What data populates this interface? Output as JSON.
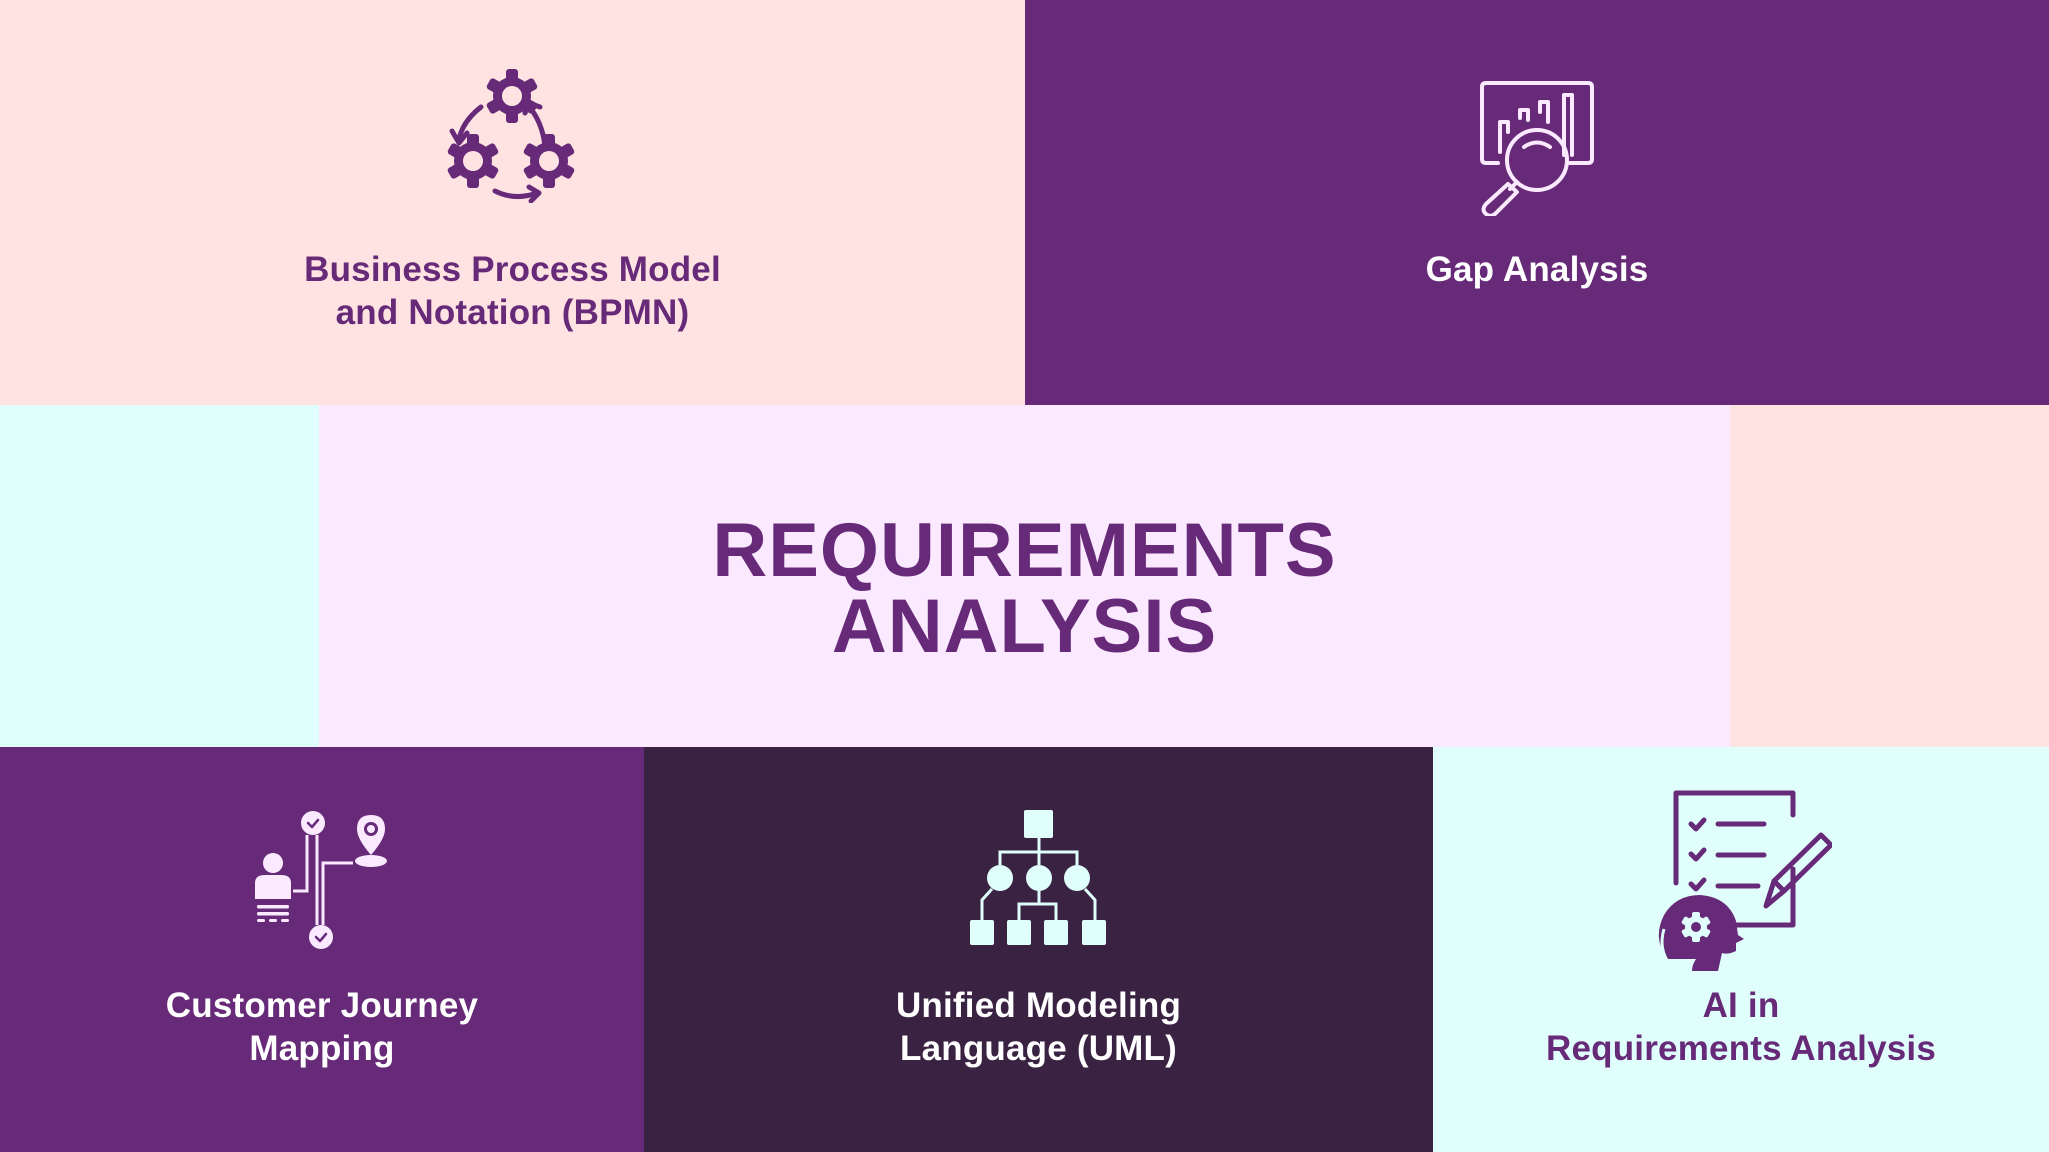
{
  "title": {
    "line1": "REQUIREMENTS",
    "line2": "ANALYSIS"
  },
  "colors": {
    "deep_purple": "#672A78",
    "dark_plum": "#3A2342",
    "blush_pink": "#FFE3E3",
    "lavender": "#FBEAFF",
    "mint": "#E0FFFC",
    "white": "#FFFFFF",
    "icon_light": "#FBEAFF",
    "icon_mint": "#E0FFFC"
  },
  "cards": {
    "bpmn": {
      "icon": "gears-cycle-icon",
      "line1": "Business Process Model",
      "line2": "and Notation (BPMN)"
    },
    "gap": {
      "icon": "chart-magnifier-icon",
      "line1": "Gap Analysis"
    },
    "cjm": {
      "icon": "customer-journey-icon",
      "line1": "Customer Journey",
      "line2": "Mapping"
    },
    "uml": {
      "icon": "hierarchy-diagram-icon",
      "line1": "Unified Modeling",
      "line2": "Language (UML)"
    },
    "ai": {
      "icon": "checklist-ai-head-icon",
      "line1": "AI in",
      "line2": "Requirements Analysis"
    }
  }
}
